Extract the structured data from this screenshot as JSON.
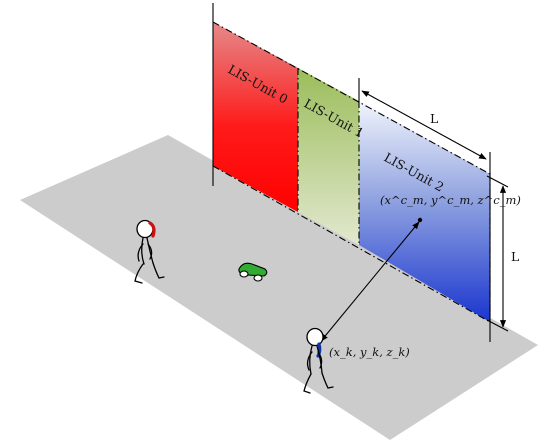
{
  "units": [
    {
      "label": "LIS-Unit 0",
      "color_top": "#e58a8a",
      "color_bottom": "#ff0000"
    },
    {
      "label": "LIS-Unit 1",
      "color_top": "#9bbd5a",
      "color_bottom": "#dfe6c8"
    },
    {
      "label": "LIS-Unit 2",
      "color_top": "#f2f5fc",
      "color_bottom": "#1a35cf"
    }
  ],
  "dimension_label_width": "L",
  "dimension_label_height": "L",
  "center_point_label": "(x^c_m, y^c_m, z^c_m)",
  "user_position_label": "(x_k, y_k, z_k)",
  "colors": {
    "floor": "#cccccc",
    "person_accent_red": "#cc1111",
    "person_accent_blue": "#1133aa",
    "vehicle_body": "#33aa33"
  }
}
